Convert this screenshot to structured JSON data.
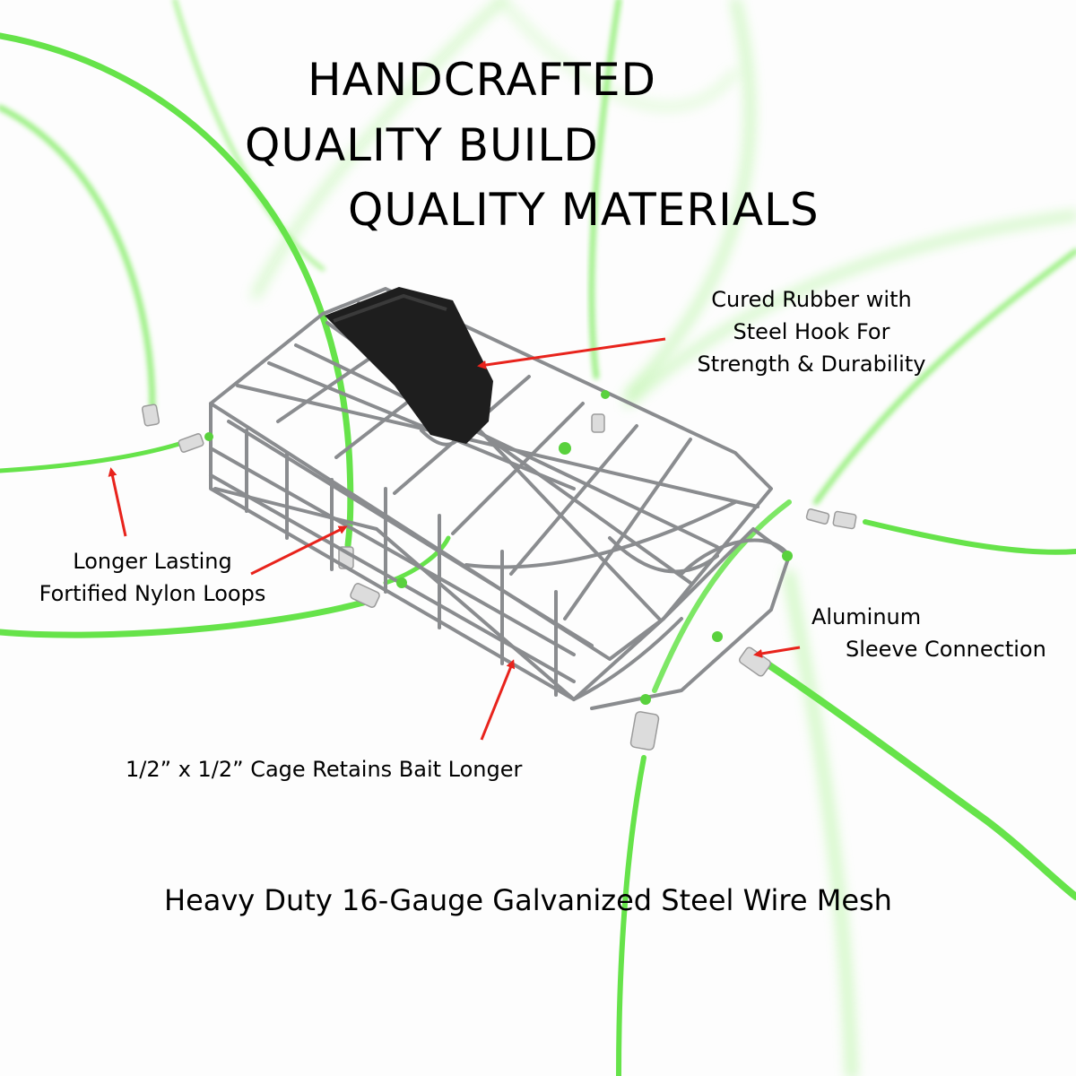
{
  "headline": {
    "line1": "HANDCRAFTED",
    "line2": "QUALITY BUILD",
    "line3": "QUALITY MATERIALS"
  },
  "callouts": {
    "rubber": [
      "Cured Rubber with",
      "Steel Hook For",
      "Strength & Durability"
    ],
    "nylon": [
      "Longer Lasting",
      "Fortified Nylon Loops"
    ],
    "aluminum": [
      "Aluminum",
      "Sleeve Connection"
    ],
    "cage": "1/2” x 1/2” Cage Retains Bait Longer"
  },
  "footer": "Heavy Duty 16-Gauge Galvanized Steel Wire Mesh",
  "colors": {
    "nylon_line": "#66e34a",
    "arrow": "#e8231c",
    "wire": "#8a8c8f",
    "rubber": "#1e1e1e"
  }
}
